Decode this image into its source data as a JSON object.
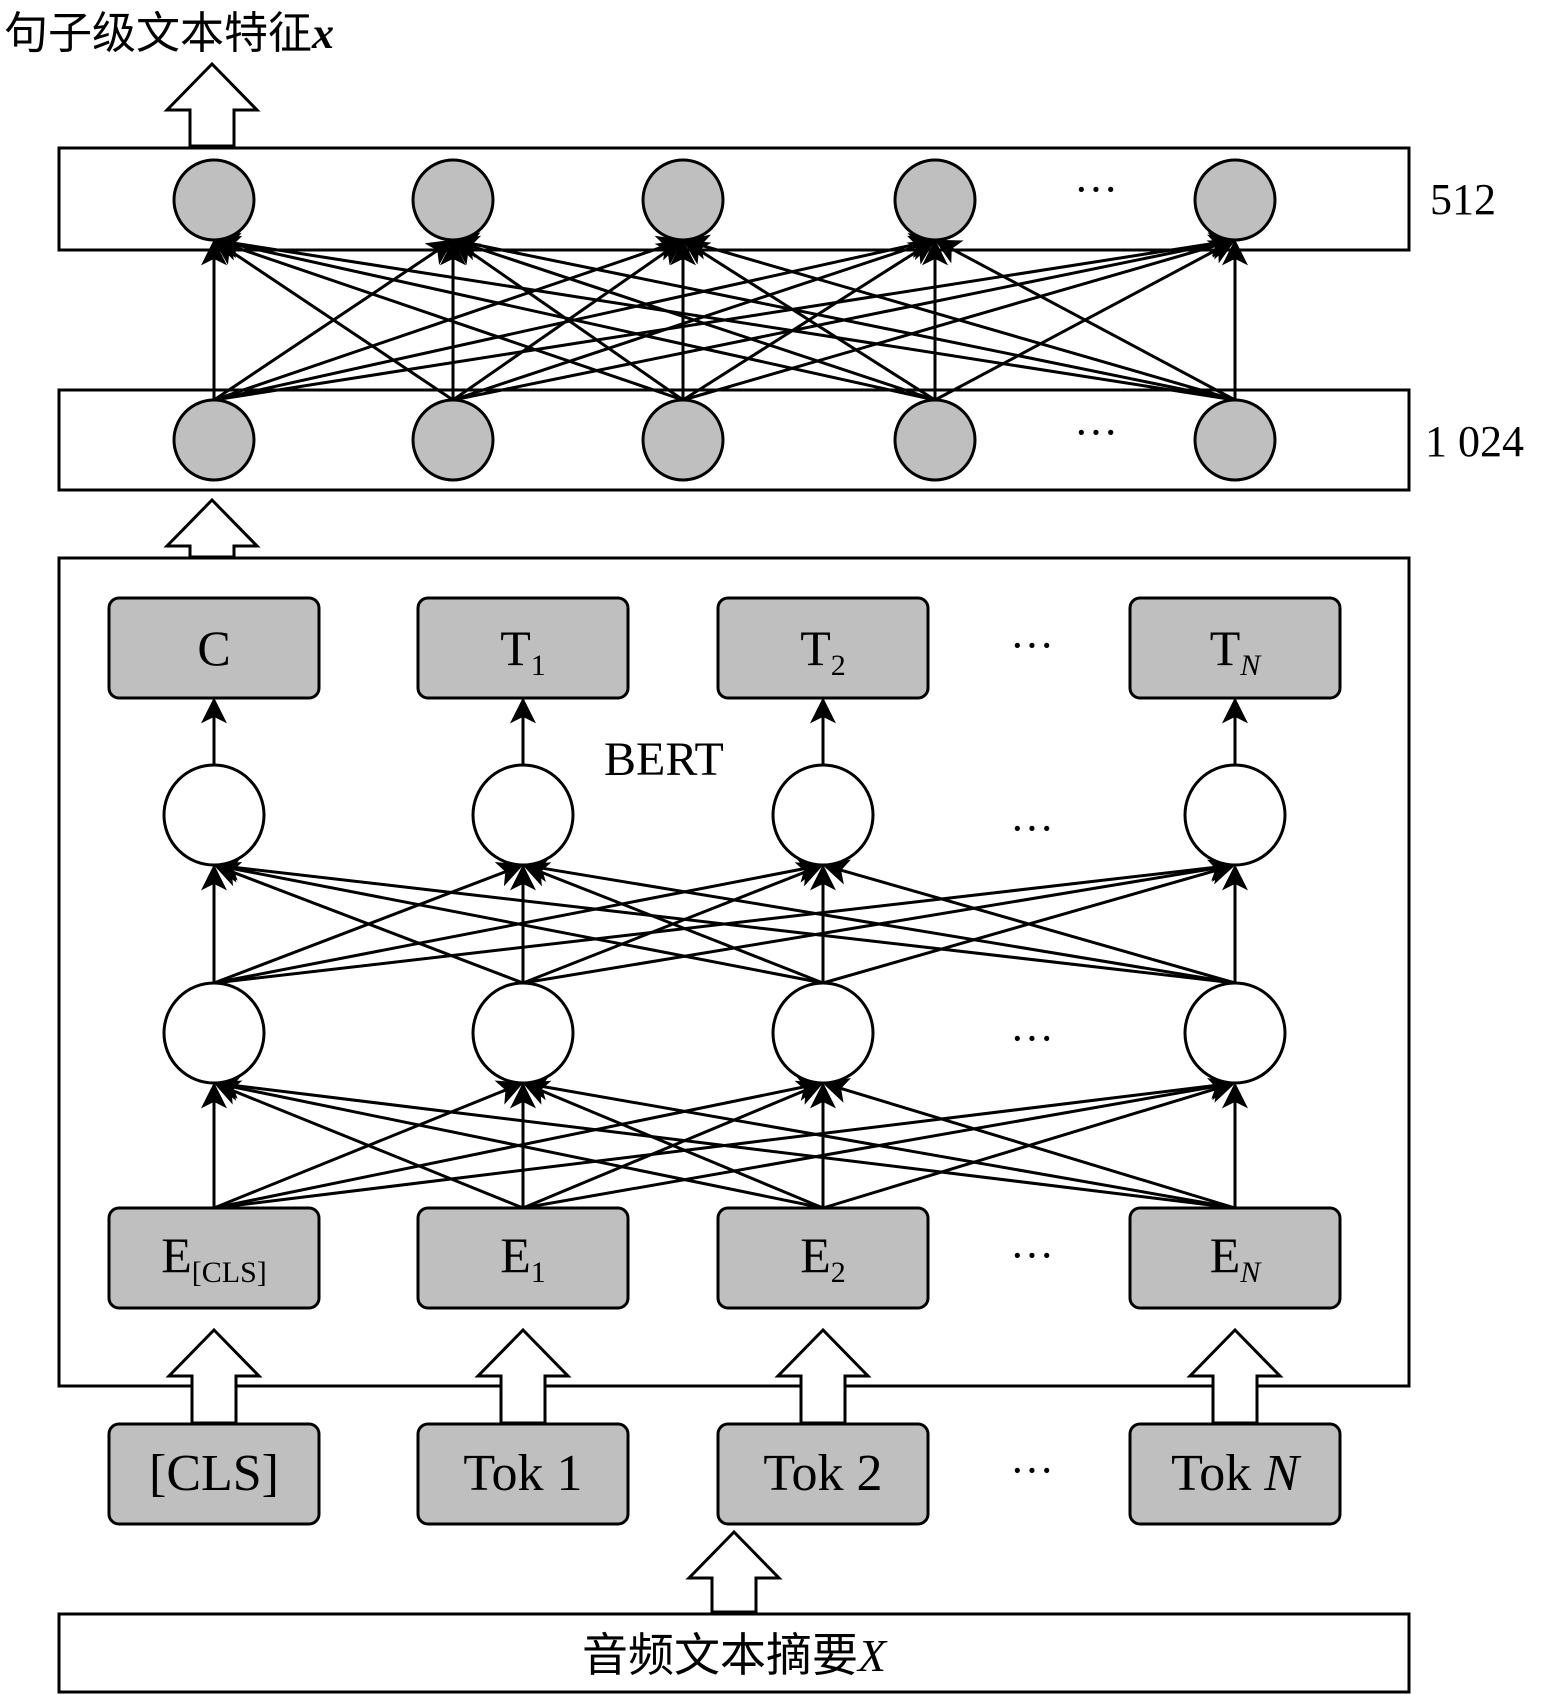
{
  "title": {
    "main": "句子级文本特征",
    "var": "x"
  },
  "layers": {
    "top_label": "512",
    "middle_label": "1 024",
    "model_label": "BERT"
  },
  "ellipsis": "···",
  "outputs": [
    {
      "base": "C",
      "sub": "",
      "sub_italic": false
    },
    {
      "base": "T",
      "sub": "1",
      "sub_italic": false
    },
    {
      "base": "T",
      "sub": "2",
      "sub_italic": false
    },
    {
      "base": "T",
      "sub": "N",
      "sub_italic": true
    }
  ],
  "embeddings": [
    {
      "base": "E",
      "sub": "[CLS]",
      "sub_italic": false
    },
    {
      "base": "E",
      "sub": "1",
      "sub_italic": false
    },
    {
      "base": "E",
      "sub": "2",
      "sub_italic": false
    },
    {
      "base": "E",
      "sub": "N",
      "sub_italic": true
    }
  ],
  "tokens": [
    {
      "text": "[CLS]",
      "italic": ""
    },
    {
      "text": "Tok 1",
      "italic": ""
    },
    {
      "text": "Tok 2",
      "italic": ""
    },
    {
      "text": "Tok ",
      "italic": "N"
    }
  ],
  "input": {
    "main": "音频文本摘要",
    "var": "X"
  },
  "colors": {
    "node_fill": "#bfbfbf",
    "box_fill": "#bfbfbf",
    "stroke": "#000000"
  }
}
